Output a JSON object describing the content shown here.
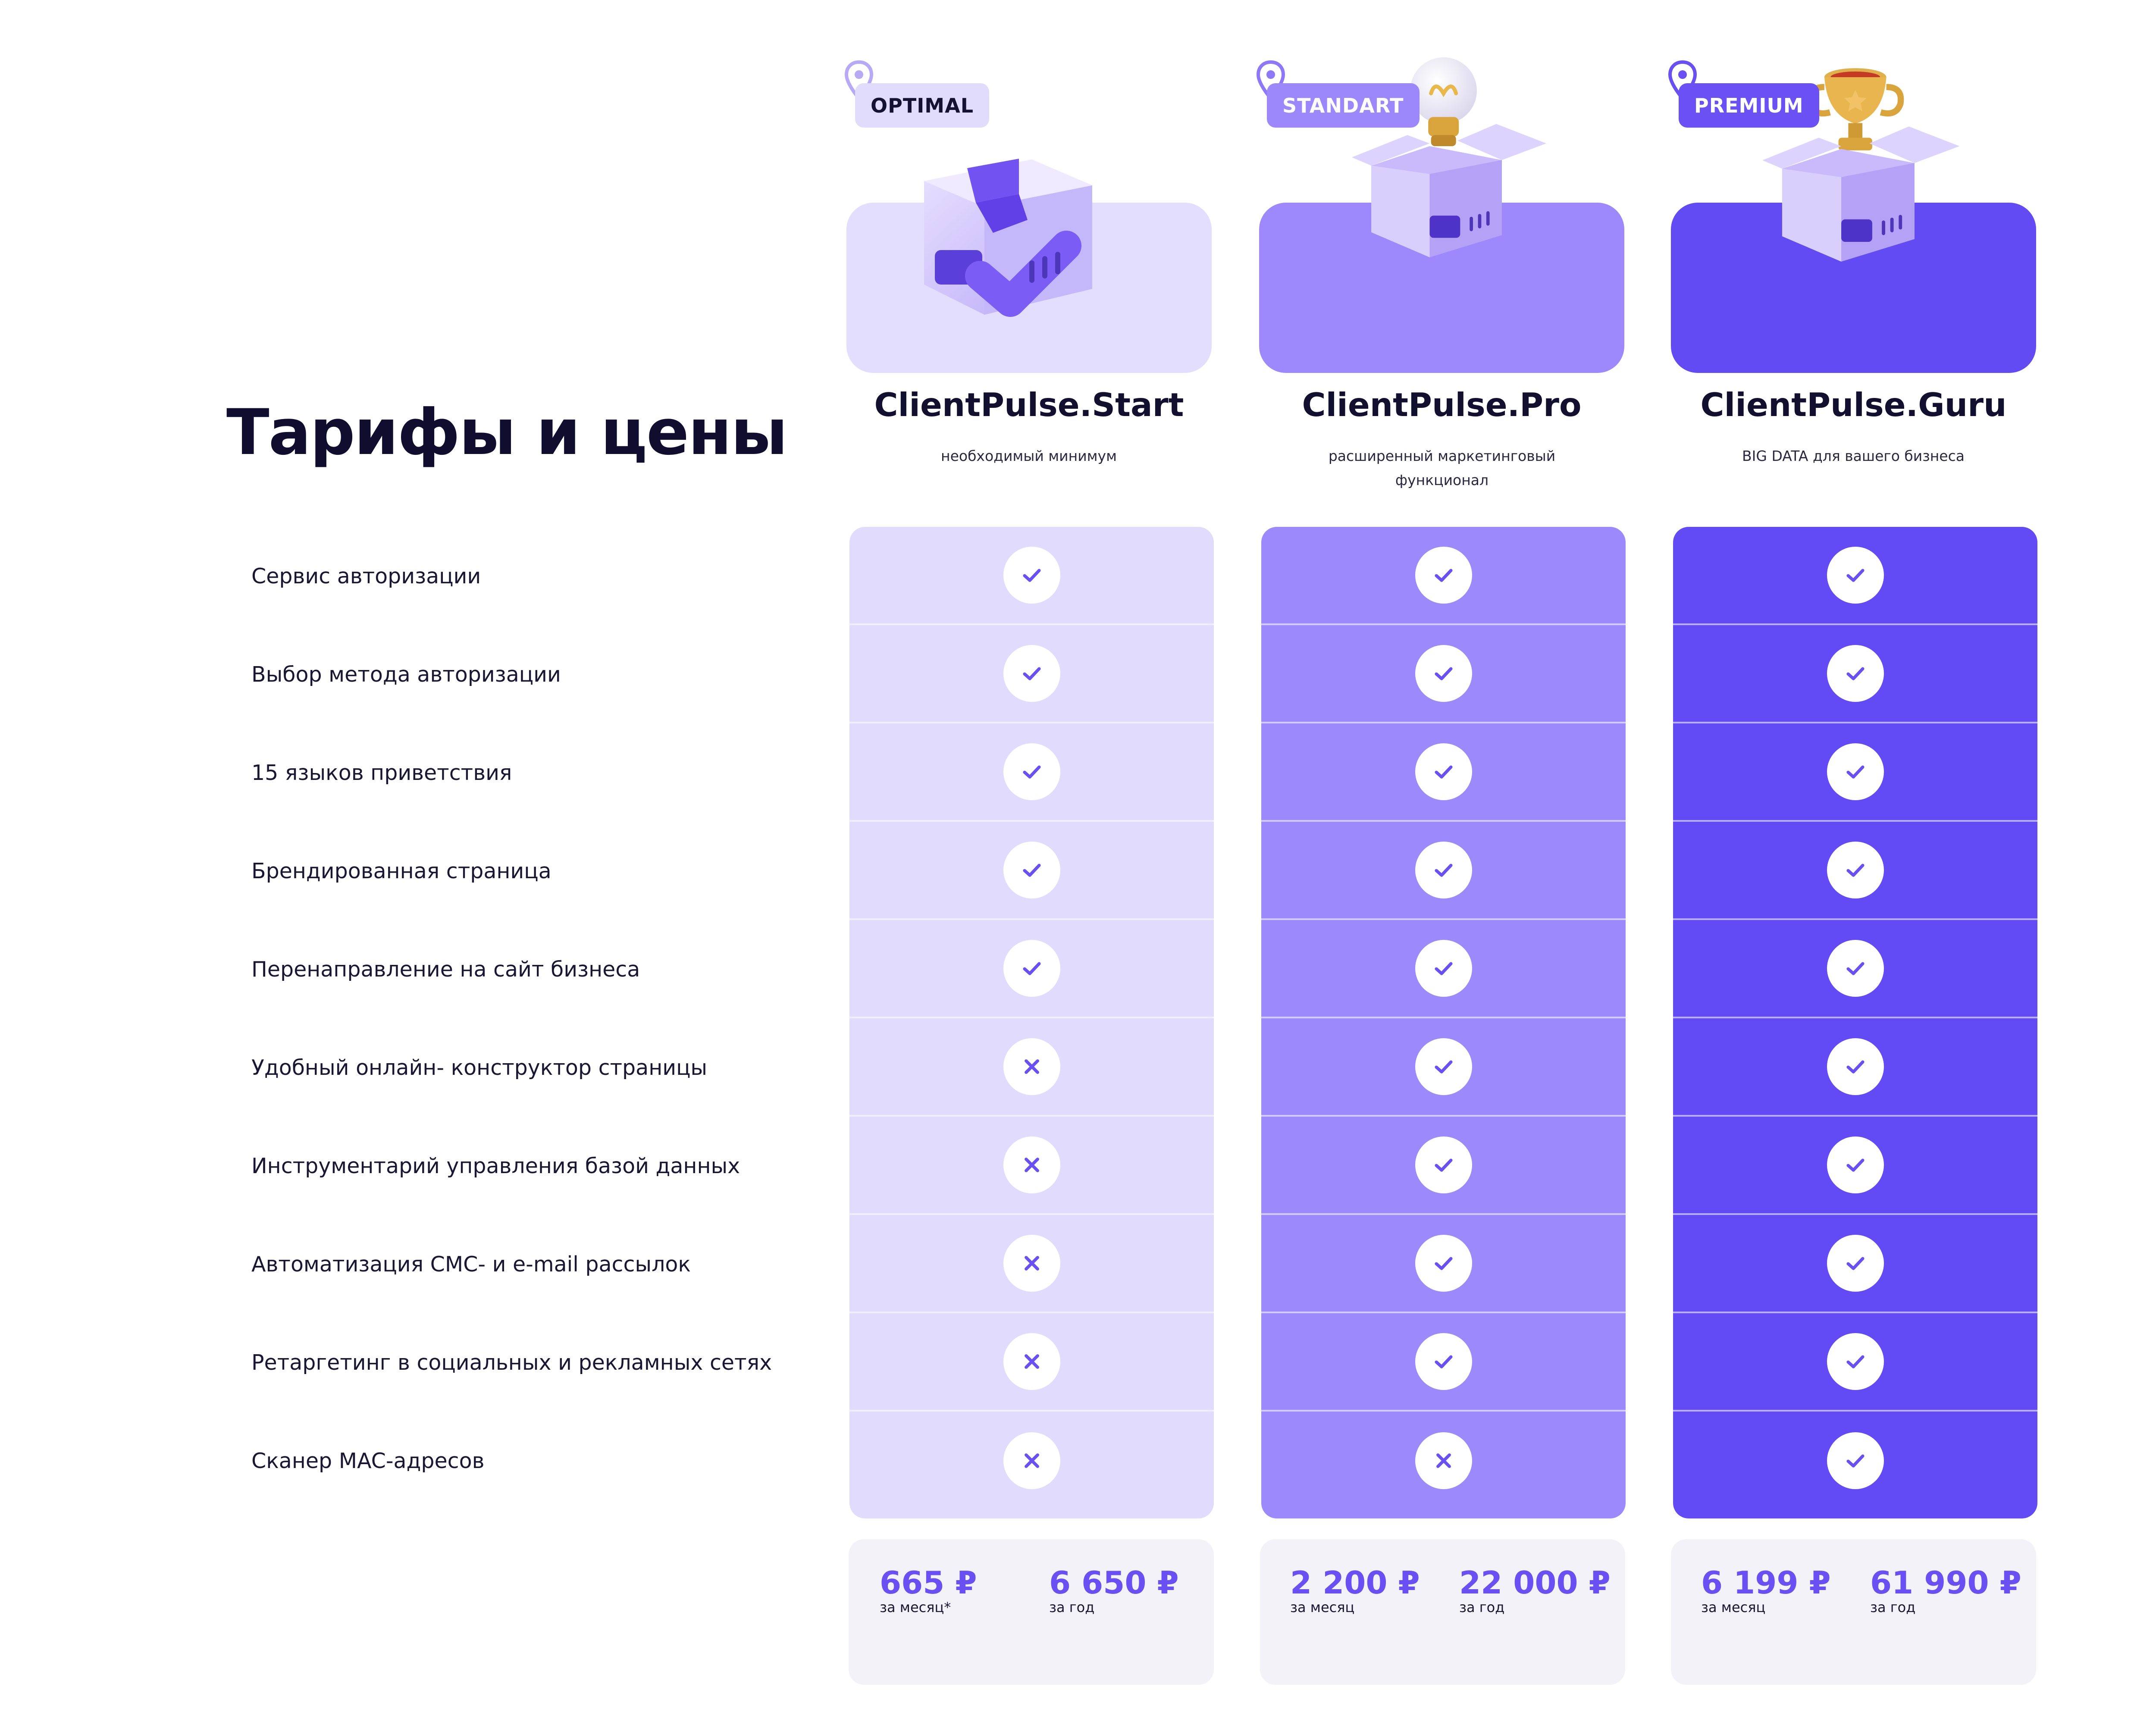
{
  "page": {
    "title": "Тарифы и цены"
  },
  "colors": {
    "start_column": "#e1dcfe",
    "pro_column": "#9c89fb",
    "guru_column": "#624bf4",
    "accent": "#6a4ff2",
    "price_card": "#f3f2f9"
  },
  "features": [
    "Сервис авторизации",
    "Выбор метода авторизации",
    "15 языков приветствия",
    "Брендированная страница",
    "Перенаправление на сайт бизнеса",
    "Удобный онлайн- конструктор страницы",
    "Инструментарий управления базой данных",
    "Автоматизация СМС- и e-mail рассылок",
    "Ретаргетинг в социальных и рекламных сетях",
    "Сканер MAC-адресов"
  ],
  "plans": [
    {
      "badge": "OPTIMAL",
      "name": "ClientPulse.Start",
      "subtitle": "необходимый минимум",
      "illustration": "box-with-checkmark",
      "included": [
        true,
        true,
        true,
        true,
        true,
        false,
        false,
        false,
        false,
        false
      ],
      "price_month": "665 ₽",
      "price_month_label": "за месяц*",
      "price_year": "6 650 ₽",
      "price_year_label": "за год"
    },
    {
      "badge": "STANDART",
      "name": "ClientPulse.Pro",
      "subtitle": "расширенный маркетинговый функционал",
      "illustration": "box-with-lightbulb",
      "included": [
        true,
        true,
        true,
        true,
        true,
        true,
        true,
        true,
        true,
        false
      ],
      "price_month": "2 200 ₽",
      "price_month_label": "за месяц",
      "price_year": "22 000 ₽",
      "price_year_label": "за год"
    },
    {
      "badge": "PREMIUM",
      "name": "ClientPulse.Guru",
      "subtitle": "BIG DATA для вашего бизнеса",
      "illustration": "box-with-trophy",
      "included": [
        true,
        true,
        true,
        true,
        true,
        true,
        true,
        true,
        true,
        true
      ],
      "price_month": "6 199 ₽",
      "price_month_label": "за месяц",
      "price_year": "61 990 ₽",
      "price_year_label": "за год"
    }
  ],
  "icons": {
    "included": "check-icon",
    "excluded": "cross-icon",
    "badge": "location-pin-icon"
  }
}
